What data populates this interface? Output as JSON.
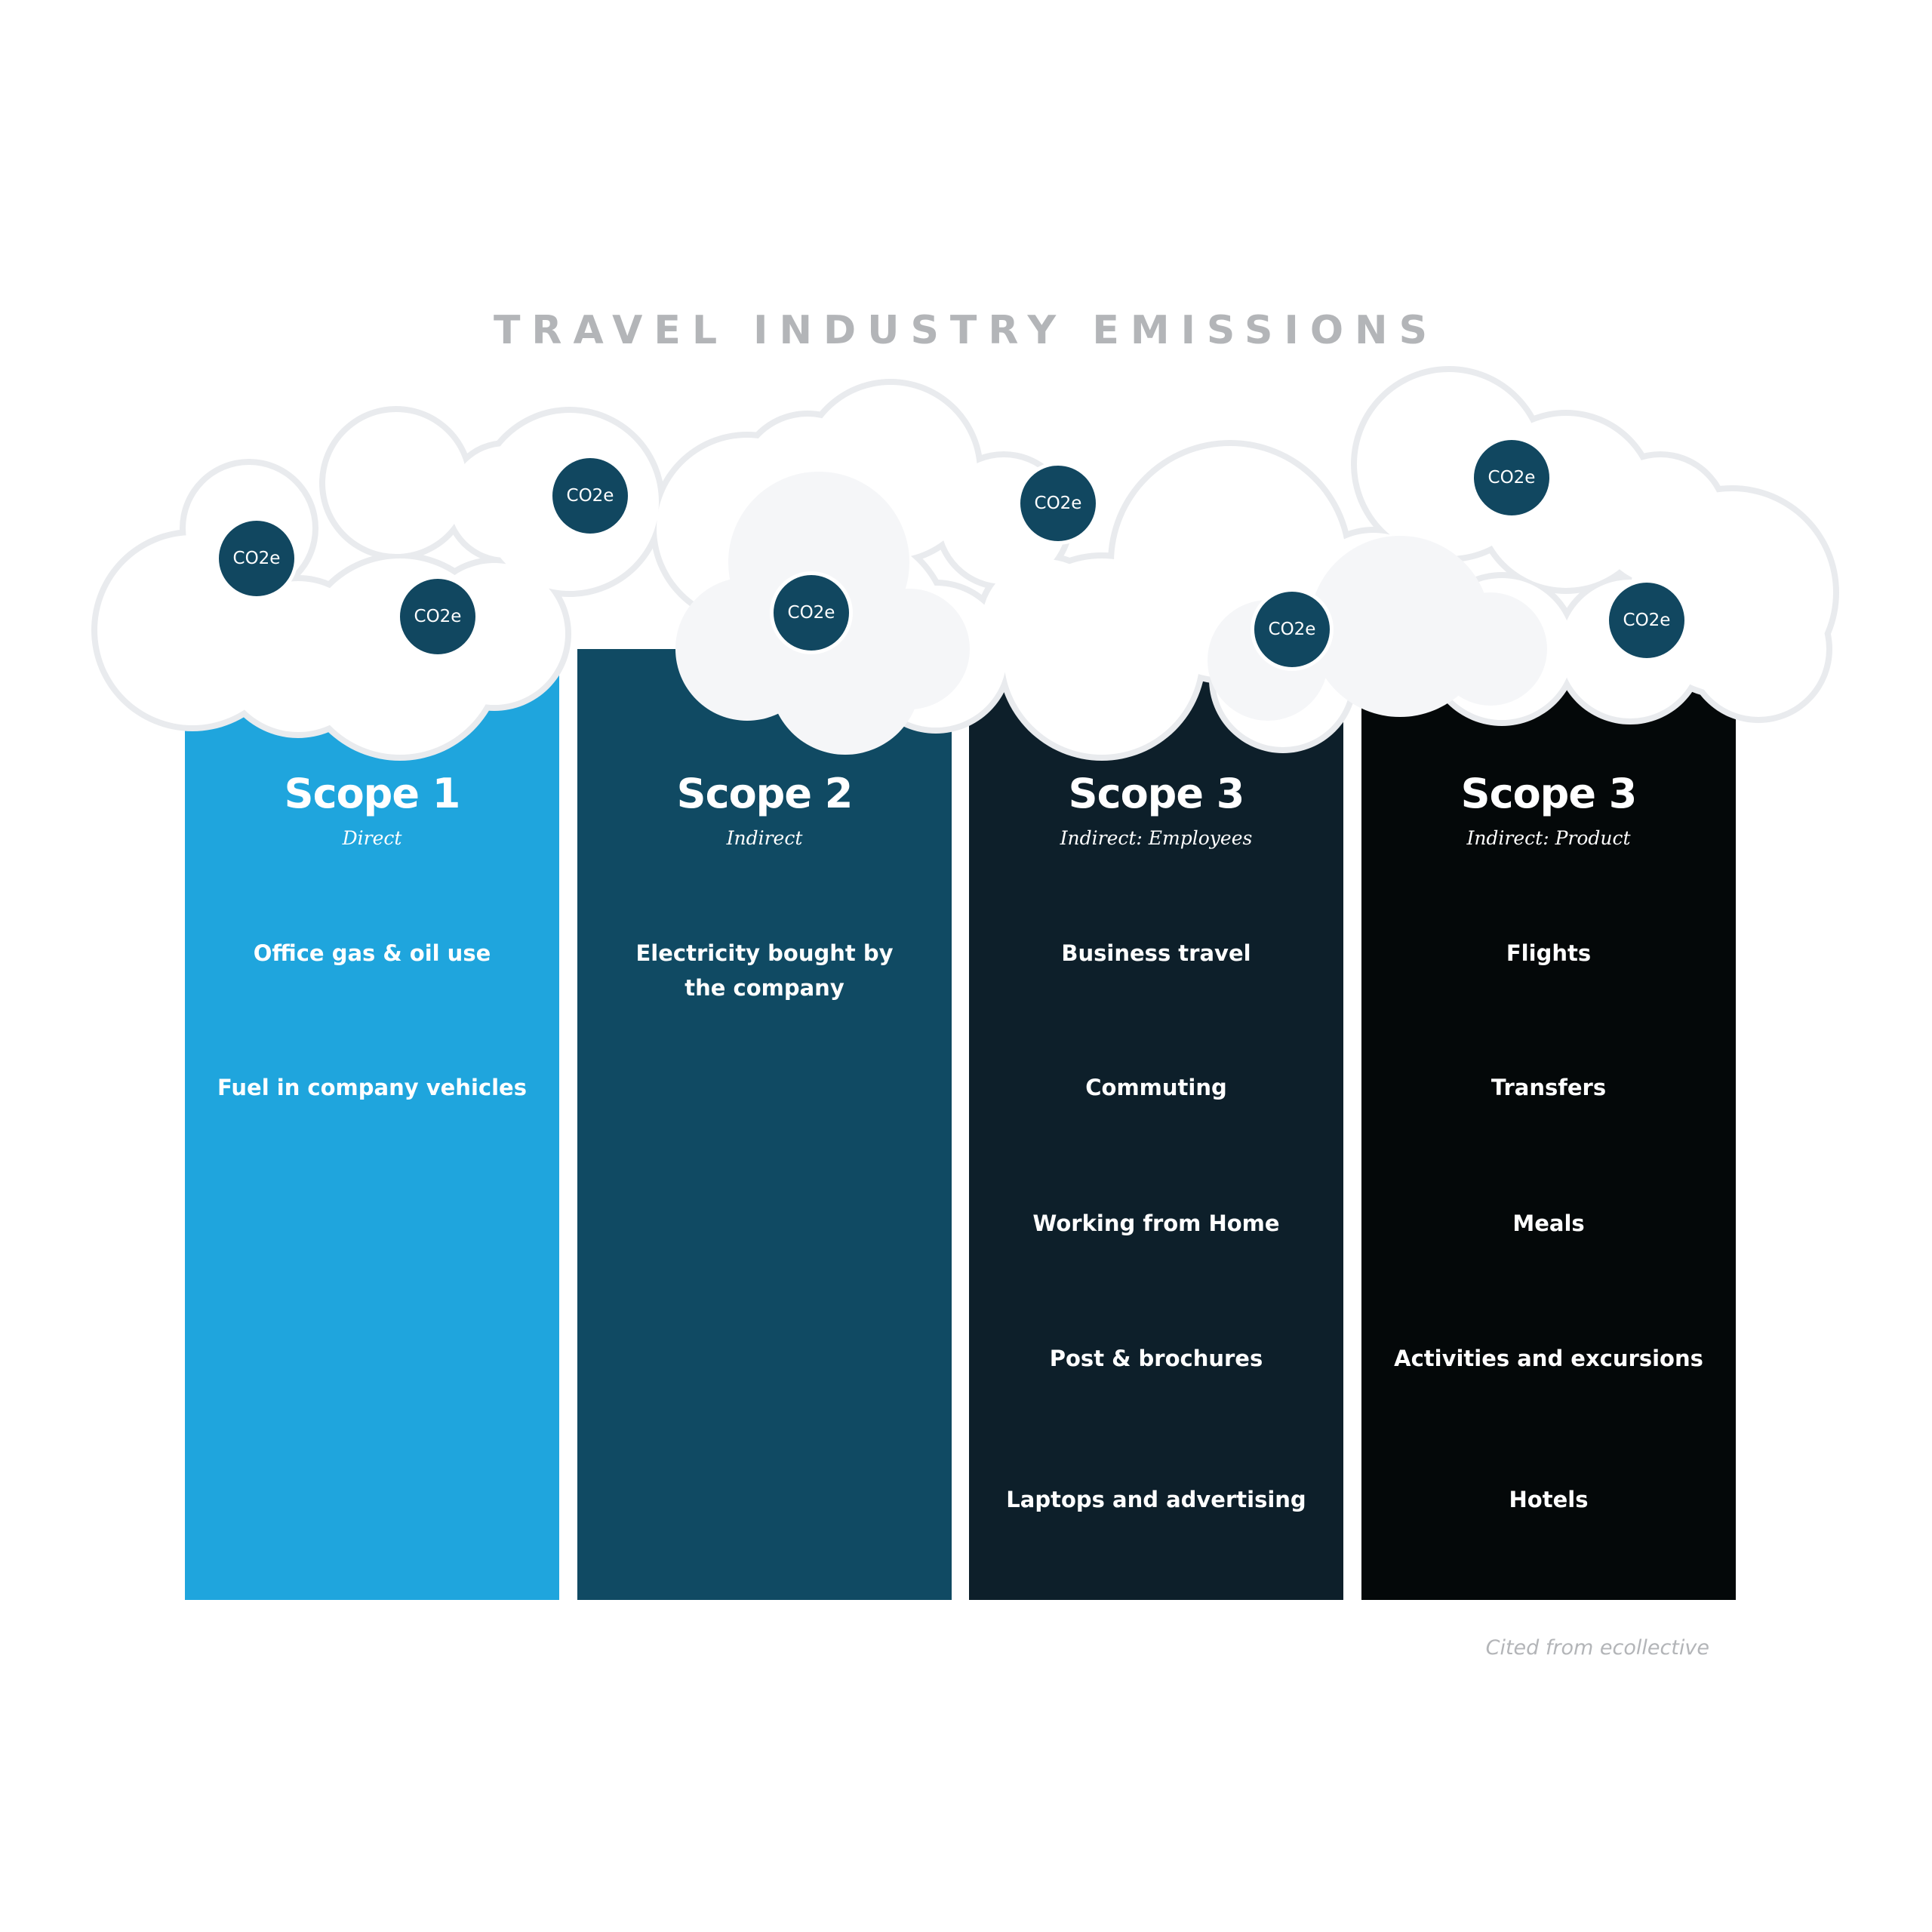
{
  "title": "TRAVEL INDUSTRY EMISSIONS",
  "badge_label": "CO2e",
  "columns": [
    {
      "heading": "Scope 1",
      "subheading": "Direct",
      "color": "#1fa5dd",
      "items": [
        "Office gas & oil use",
        "Fuel in company vehicles"
      ]
    },
    {
      "heading": "Scope 2",
      "subheading": "Indirect",
      "color": "#104a63",
      "items": [
        "Electricity bought by the company"
      ]
    },
    {
      "heading": "Scope 3",
      "subheading": "Indirect: Employees",
      "color": "#0d1f2a",
      "items": [
        "Business travel",
        "Commuting",
        "Working from Home",
        "Post & brochures",
        "Laptops and advertising"
      ]
    },
    {
      "heading": "Scope 3",
      "subheading": "Indirect: Product",
      "color": "#040809",
      "items": [
        "Flights",
        "Transfers",
        "Meals",
        "Activities and excursions",
        "Hotels"
      ]
    }
  ],
  "citation": "Cited from ecollective"
}
